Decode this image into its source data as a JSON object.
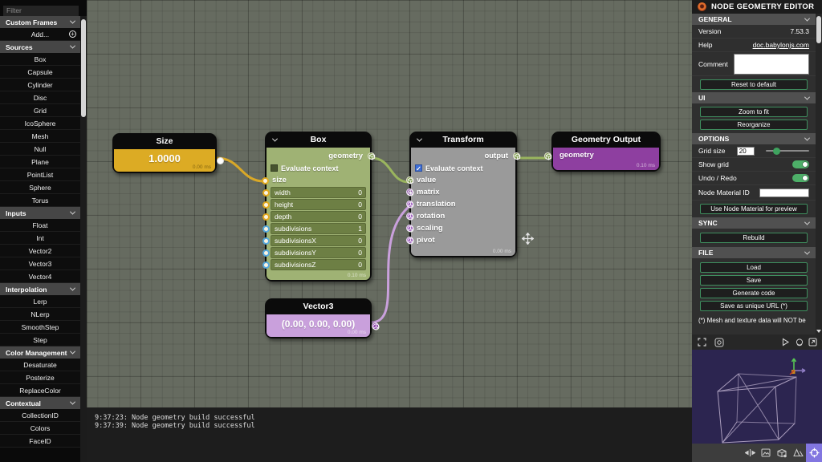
{
  "colors": {
    "accent_green": "#3f8f5f",
    "toggle_on": "#4daf68",
    "node_yellow": "#dcab24",
    "node_green": "#9fb274",
    "node_gray": "#9a9a9a",
    "node_purple_light": "#c9a0dc",
    "node_purple": "#8e3fa0",
    "wire_yellow": "#d9a827",
    "wire_green": "#9ab55e",
    "wire_purple": "#c9a0dc",
    "canvas_bg": "#666b60",
    "preview_bg": "#2c2550",
    "selection_purple": "#8276e0"
  },
  "sidebar": {
    "filter_placeholder": "Filter",
    "sections": [
      {
        "label": "Custom Frames",
        "items": [
          "Add..."
        ]
      },
      {
        "label": "Sources",
        "items": [
          "Box",
          "Capsule",
          "Cylinder",
          "Disc",
          "Grid",
          "IcoSphere",
          "Mesh",
          "Null",
          "Plane",
          "PointList",
          "Sphere",
          "Torus"
        ]
      },
      {
        "label": "Inputs",
        "items": [
          "Float",
          "Int",
          "Vector2",
          "Vector3",
          "Vector4"
        ]
      },
      {
        "label": "Interpolation",
        "items": [
          "Lerp",
          "NLerp",
          "SmoothStep",
          "Step"
        ]
      },
      {
        "label": "Color Management",
        "items": [
          "Desaturate",
          "Posterize",
          "ReplaceColor"
        ]
      },
      {
        "label": "Contextual",
        "items": [
          "CollectionID",
          "Colors",
          "FaceID"
        ]
      }
    ]
  },
  "canvas": {
    "log_lines": {
      "0": "9:37:23: Node geometry build successful",
      "1": "9:37:39: Node geometry build successful"
    },
    "nodes": {
      "size": {
        "title": "Size",
        "value": "1.0000",
        "time": "0.00 ms"
      },
      "box": {
        "title": "Box",
        "output_label": "geometry",
        "checkbox_label": "Evaluate context",
        "size_label": "size",
        "rows": [
          {
            "label": "width",
            "value": "0"
          },
          {
            "label": "height",
            "value": "0"
          },
          {
            "label": "depth",
            "value": "0"
          },
          {
            "label": "subdivisions",
            "value": "1"
          },
          {
            "label": "subdivisionsX",
            "value": "0"
          },
          {
            "label": "subdivisionsY",
            "value": "0"
          },
          {
            "label": "subdivisionsZ",
            "value": "0"
          }
        ],
        "time": "0.10 ms"
      },
      "vector3": {
        "title": "Vector3",
        "value": "(0.00, 0.00, 0.00)",
        "time": "0.00 ms"
      },
      "transform": {
        "title": "Transform",
        "output_label": "output",
        "checkbox_label": "Evaluate context",
        "inputs": [
          "value",
          "matrix",
          "translation",
          "rotation",
          "scaling",
          "pivot"
        ],
        "time": "0.00 ms"
      },
      "geometry_output": {
        "title": "Geometry Output",
        "input_label": "geometry",
        "time": "0.10 ms"
      }
    }
  },
  "panel": {
    "title": "NODE GEOMETRY EDITOR",
    "general": {
      "label": "GENERAL",
      "version_label": "Version",
      "version_value": "7.53.3",
      "help_label": "Help",
      "help_link": "doc.babylonjs.com",
      "comment_label": "Comment",
      "reset_button": "Reset to default"
    },
    "ui": {
      "label": "UI",
      "zoom_button": "Zoom to fit",
      "reorganize_button": "Reorganize"
    },
    "options": {
      "label": "OPTIONS",
      "grid_size_label": "Grid size",
      "grid_size_value": "20",
      "show_grid_label": "Show grid",
      "undo_redo_label": "Undo / Redo",
      "node_material_label": "Node Material ID",
      "use_material_button": "Use Node Material for preview"
    },
    "sync": {
      "label": "SYNC",
      "rebuild_button": "Rebuild"
    },
    "file": {
      "label": "FILE",
      "load_button": "Load",
      "save_button": "Save",
      "generate_button": "Generate code",
      "save_url_button": "Save as unique URL (*)"
    },
    "footnote": "(*) Mesh and texture data will NOT be"
  }
}
